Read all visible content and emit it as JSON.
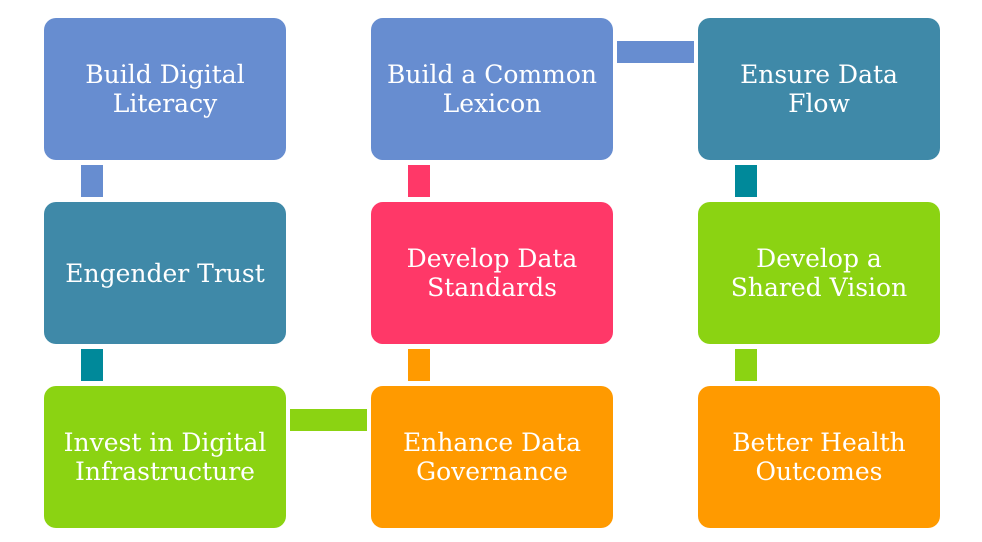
{
  "colors": {
    "blue": "#678dd0",
    "teal": "#3f89a8",
    "teal_dark": "#00899a",
    "green": "#8bd312",
    "pink": "#ff3868",
    "orange": "#ff9a00"
  },
  "boxes": [
    {
      "label": "Build Digital Literacy"
    },
    {
      "label": "Engender Trust"
    },
    {
      "label": "Invest in Digital Infrastructure"
    },
    {
      "label": "Enhance Data Governance"
    },
    {
      "label": "Develop Data Standards"
    },
    {
      "label": "Build a Common Lexicon"
    },
    {
      "label": "Ensure Data Flow"
    },
    {
      "label": "Develop a Shared Vision"
    },
    {
      "label": "Better Health Outcomes"
    }
  ]
}
